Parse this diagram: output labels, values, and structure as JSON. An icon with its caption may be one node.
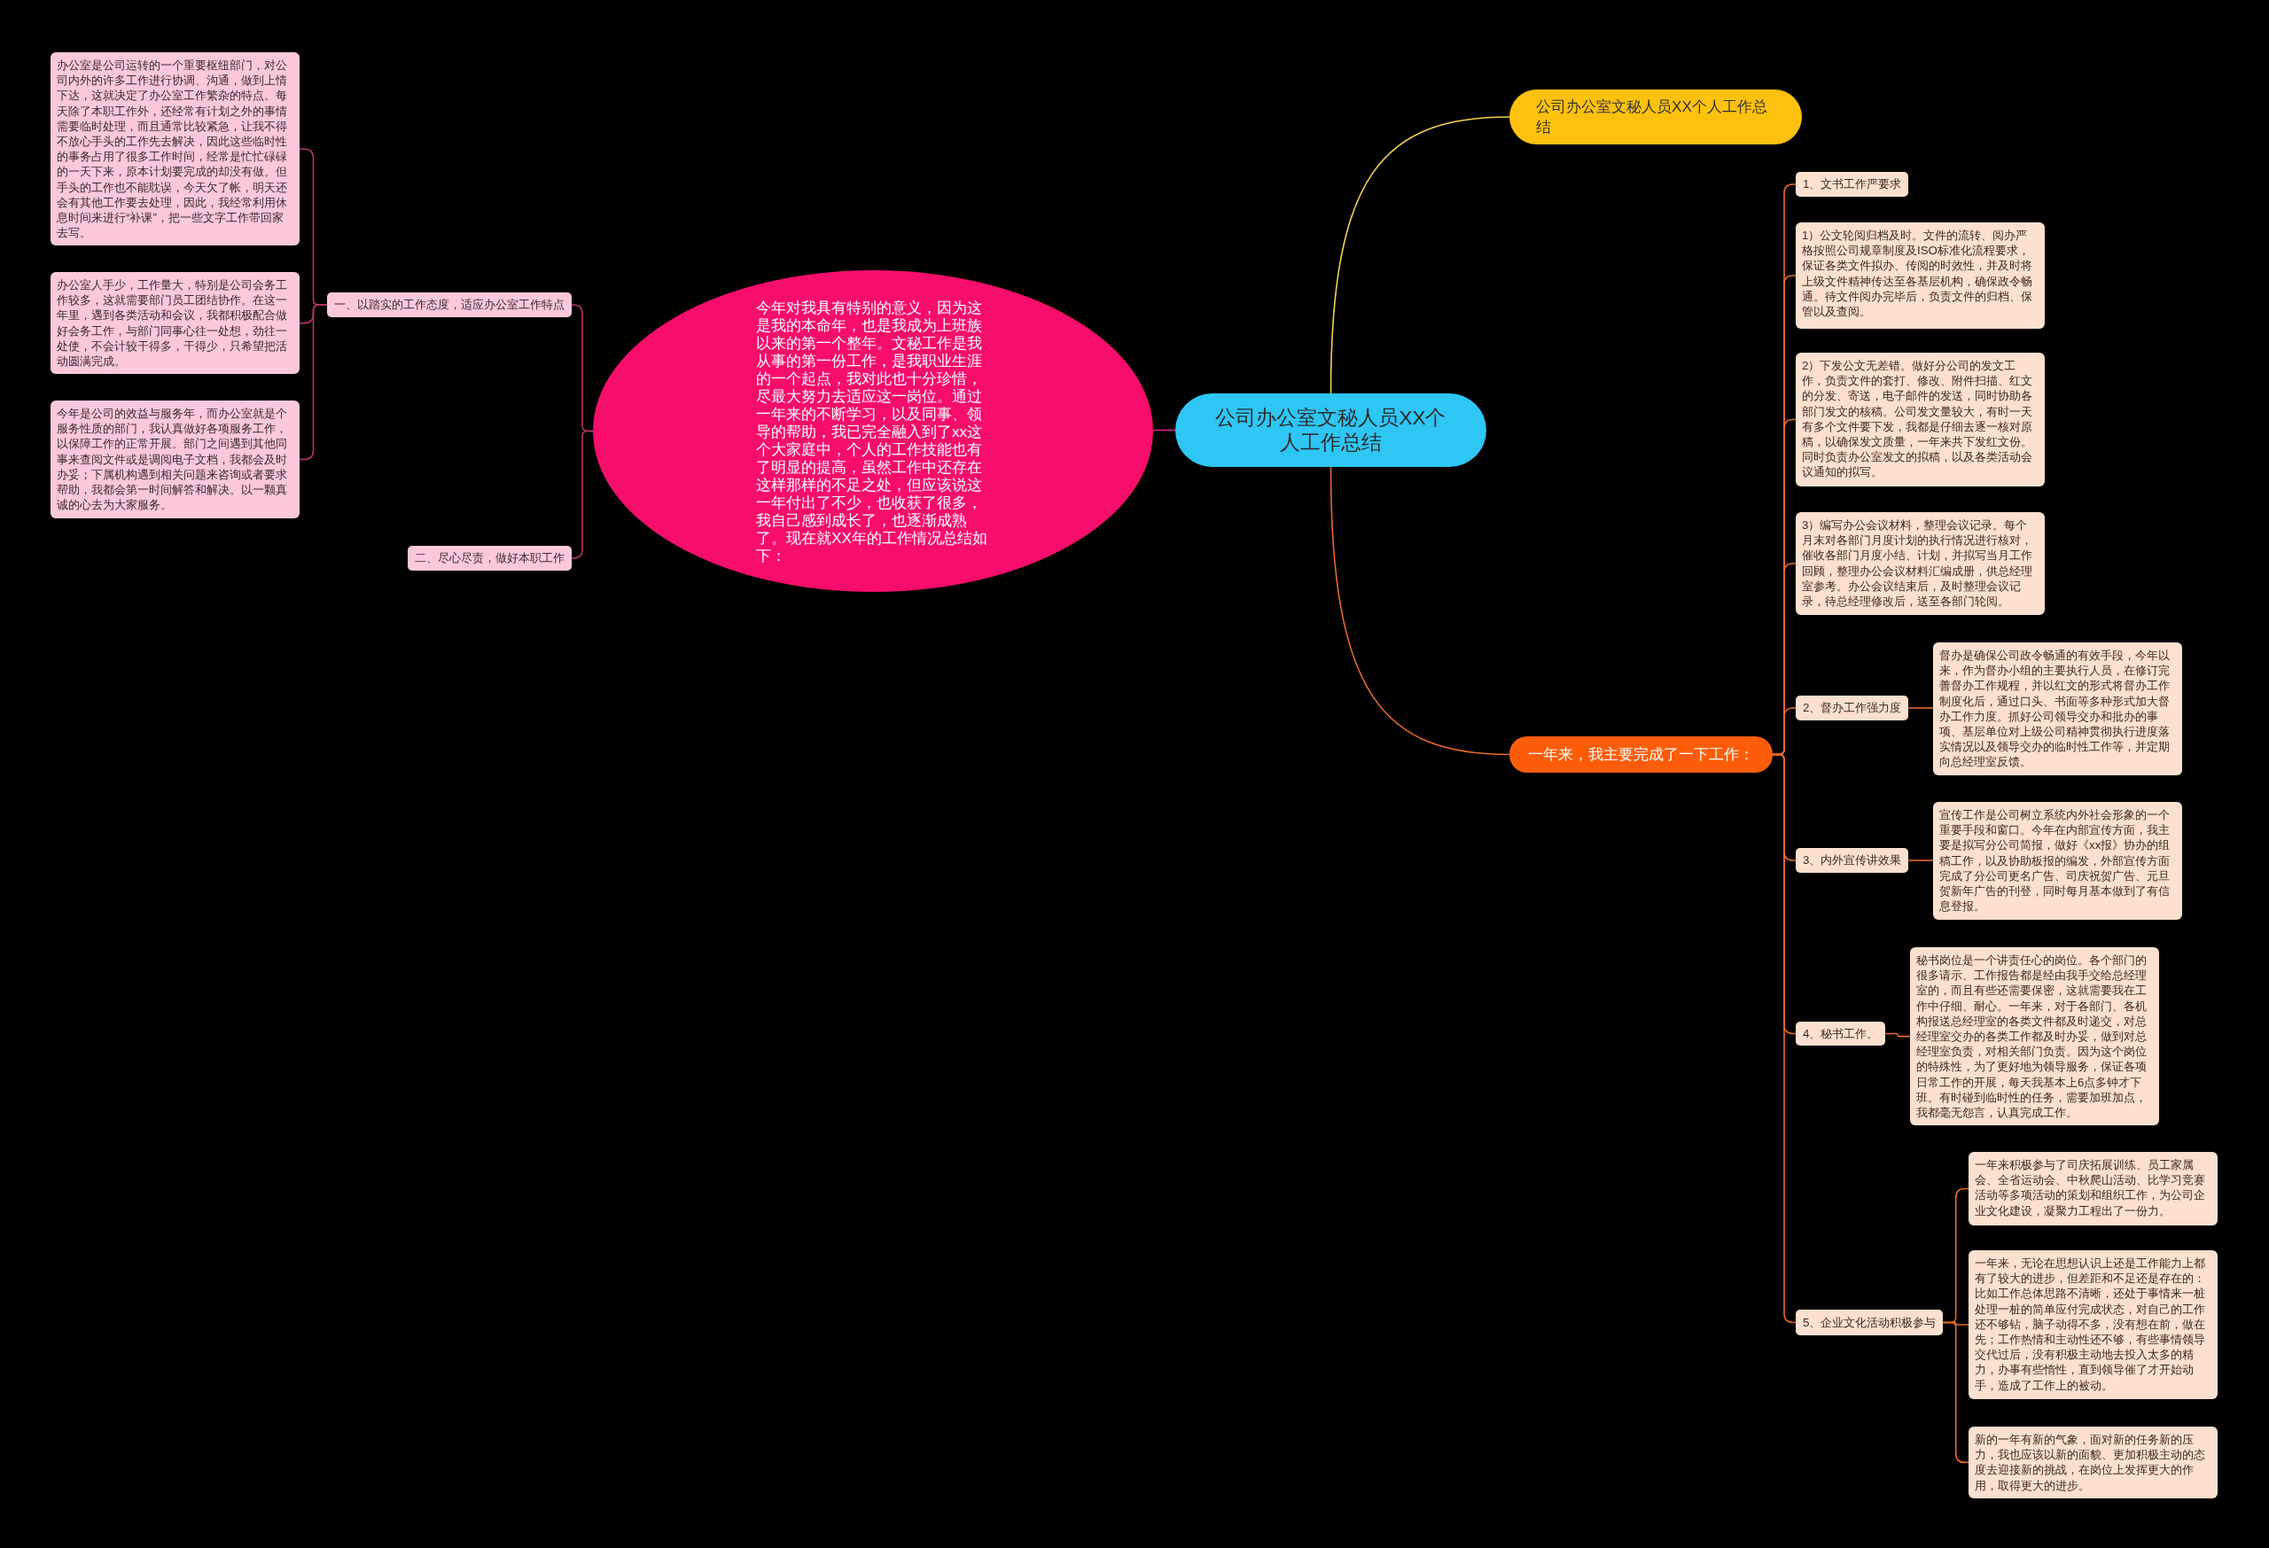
{
  "diagram": {
    "nodes": [
      {
        "text": [
          "公司办公室文秘人员XX个人工作总结"
        ]
      },
      {
        "text": [
          "今年对我具有特别的意义，因为这是我的本命年，也是我成为上班族以来的第一个整年。文秘工作是我从事的第一份工作，是我职业生涯的一个起点，我对此也十分珍惜，尽最大努力去适应这一岗位。通过一年来的不断学习，以及同事、领导的帮助，我已完全融入到了xx这个大家庭中，个人的工作技能也有了明显的提高，虽然工作中还存在这样那样的不足之处，但应该说这一年付出了不少，也收获了很多，我自己感到成长了，也逐渐成熟了。现在就XX年的工作情况总结如下："
        ]
      },
      {
        "text": [
          "一、以踏实的工作态度，适应办公室工作特点"
        ]
      },
      {
        "text": [
          "办公室是公司运转的一个重要枢纽部门，对公司内外的许多工作进行协调、沟通，做到上情下达，这就决定了办公室工作繁杂的特点。每天除了本职工作外，还经常有计划之外的事情需要临时处理，而且通常比较紧急，让我不得不放心手头的工作先去解决，因此这些临时性的事务占用了很多工作时间，经常是忙忙碌碌的一天下来，原本计划要完成的却没有做。但手头的工作也不能耽误，今天欠了帐，明天还会有其他工作要去处理，因此，我经常利用休息时间来进行“补课”，把一些文字工作带回家去写。"
        ]
      },
      {
        "text": [
          "办公室人手少，工作量大，特别是公司会务工作较多，这就需要部门员工团结协作。在这一年里，遇到各类活动和会议，我都积极配合做好会务工作，与部门同事心往一处想，劲往一处使，不会计较干得多，干得少，只希望把活动圆满完成。"
        ]
      },
      {
        "text": [
          "今年是公司的效益与服务年，而办公室就是个服务性质的部门，我认真做好各项服务工作，以保障工作的正常开展。部门之间遇到其他同事来查阅文件或是调阅电子文档，我都会及时办妥；下属机构遇到相关问题来咨询或者要求帮助，我都会第一时间解答和解决。以一颗真诚的心去为大家服务。"
        ]
      },
      {
        "text": [
          "二、尽心尽责，做好本职工作"
        ]
      },
      {
        "text": [
          "公司办公室文秘人员XX个人工作总结"
        ]
      },
      {
        "text": [
          "一年来，我主要完成了一下工作："
        ]
      },
      {
        "text": [
          "1、文书工作严要求"
        ]
      },
      {
        "text": [
          "1）公文轮阅归档及时。文件的流转、阅办严格按照公司规章制度及ISO标准化流程要求，保证各类文件拟办、传阅的时效性，并及时将上级文件精神传达至各基层机构，确保政令畅通。待文件阅办完毕后，负责文件的归档、保管以及查阅。"
        ]
      },
      {
        "text": [
          "2）下发公文无差错。做好分公司的发文工作，负责文件的套打、修改、附件扫描、红文的分发、寄送，电子邮件的发送，同时协助各部门发文的核稿。公司发文量较大，有时一天有多个文件要下发，我都是仔细去逐一核对原稿，以确保发文质量，一年来共下发红文份。同时负责办公室发文的拟稿，以及各类活动会议通知的拟写。"
        ]
      },
      {
        "text": [
          "3）编写办公会议材料，整理会议记录。每个月末对各部门月度计划的执行情况进行核对，催收各部门月度小结、计划，并拟写当月工作回顾，整理办公会议材料汇编成册，供总经理室参考。办公会议结束后，及时整理会议记录，待总经理修改后，送至各部门轮阅。"
        ]
      },
      {
        "text": [
          "2、督办工作强力度"
        ]
      },
      {
        "text": [
          "督办是确保公司政令畅通的有效手段，今年以来，作为督办小组的主要执行人员，在修订完善督办工作规程，并以红文的形式将督办工作制度化后，通过口头、书面等多种形式加大督办工作力度。抓好公司领导交办和批办的事项、基层单位对上级公司精神贯彻执行进度落实情况以及领导交办的临时性工作等，并定期向总经理室反馈。"
        ]
      },
      {
        "text": [
          "3、内外宣传讲效果"
        ]
      },
      {
        "text": [
          "宣传工作是公司树立系统内外社会形象的一个重要手段和窗口。今年在内部宣传方面，我主要是拟写分公司简报，做好《xx报》协办的组稿工作，以及协助板报的编发，外部宣传方面完成了分公司更名广告、司庆祝贺广告、元旦贺新年广告的刊登，同时每月基本做到了有信息登报。"
        ]
      },
      {
        "text": [
          "4、秘书工作。"
        ]
      },
      {
        "text": [
          "秘书岗位是一个讲责任心的岗位。各个部门的很多请示、工作报告都是经由我手交给总经理室的，而且有些还需要保密，这就需要我在工作中仔细、耐心。一年来，对于各部门、各机构报送总经理室的各类文件都及时递交，对总经理室交办的各类工作都及时办妥，做到对总经理室负责，对相关部门负责。因为这个岗位的特殊性，为了更好地为领导服务，保证各项日常工作的开展，每天我基本上6点多钟才下班。有时碰到临时性的任务，需要加班加点，我都毫无怨言，认真完成工作。"
        ]
      },
      {
        "text": [
          "5、企业文化活动积极参与"
        ]
      },
      {
        "text": [
          "一年来积极参与了司庆拓展训练、员工家属会、全省运动会、中秋爬山活动、比学习竞赛活动等多项活动的策划和组织工作，为公司企业文化建设，凝聚力工程出了一份力。"
        ]
      },
      {
        "text": [
          "一年来，无论在思想认识上还是工作能力上都有了较大的进步，但差距和不足还是存在的：比如工作总体思路不清晰，还处于事情来一桩处理一桩的简单应付完成状态，对自己的工作还不够钻，脑子动得不多，没有想在前，做在先；工作热情和主动性还不够，有些事情领导交代过后，没有积极主动地去投入太多的精力，办事有些惰性，直到领导催了才开始动手，造成了工作上的被动。"
        ]
      },
      {
        "text": [
          "新的一年有新的气象，面对新的任务新的压力，我也应该以新的面貌、更加积极主动的态度去迎接新的挑战，在岗位上发挥更大的作用，取得更大的进步。"
        ]
      }
    ],
    "edges": [
      {
        "from": 0,
        "to": 1,
        "arrow": "none",
        "color": "#dd1f8a"
      },
      {
        "from": 1,
        "to": 2,
        "arrow": "none",
        "color": "#b8346b"
      },
      {
        "from": 2,
        "to": 3,
        "arrow": "none",
        "color": "#b8346b"
      },
      {
        "from": 2,
        "to": 4,
        "arrow": "none",
        "color": "#b8346b"
      },
      {
        "from": 2,
        "to": 5,
        "arrow": "none",
        "color": "#b8346b"
      },
      {
        "from": 1,
        "to": 6,
        "arrow": "none",
        "color": "#b8346b"
      },
      {
        "from": 0,
        "to": 7,
        "arrow": "none",
        "color": "#f2d34c"
      },
      {
        "from": 0,
        "to": 8,
        "arrow": "none"
      },
      {
        "from": 8,
        "to": 9,
        "arrow": "none"
      },
      {
        "from": 8,
        "to": 10,
        "arrow": "none"
      },
      {
        "from": 8,
        "to": 11,
        "arrow": "none"
      },
      {
        "from": 8,
        "to": 12,
        "arrow": "none"
      },
      {
        "from": 8,
        "to": 13,
        "arrow": "none"
      },
      {
        "from": 13,
        "to": 14,
        "arrow": "none"
      },
      {
        "from": 8,
        "to": 15,
        "arrow": "none"
      },
      {
        "from": 15,
        "to": 16,
        "arrow": "none"
      },
      {
        "from": 8,
        "to": 17,
        "arrow": "none"
      },
      {
        "from": 17,
        "to": 18,
        "arrow": "none"
      },
      {
        "from": 8,
        "to": 19,
        "arrow": "none"
      },
      {
        "from": 19,
        "to": 20,
        "arrow": "none"
      },
      {
        "from": 19,
        "to": 21,
        "arrow": "none"
      },
      {
        "from": 19,
        "to": 22,
        "arrow": "none"
      }
    ]
  }
}
